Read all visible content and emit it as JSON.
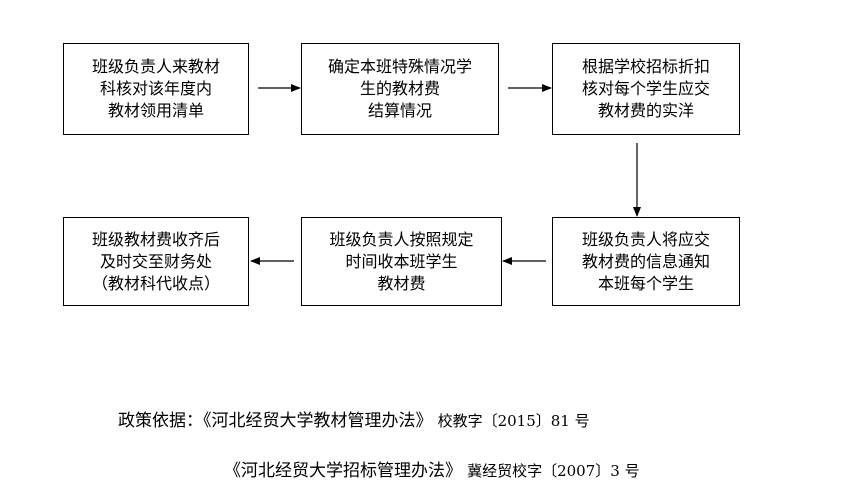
{
  "flowchart": {
    "steps": [
      {
        "lines": [
          "班级负责人来教材",
          "科核对该年度内",
          "教材领用清单"
        ]
      },
      {
        "lines": [
          "确定本班特殊情况学",
          "生的教材费",
          "结算情况"
        ]
      },
      {
        "lines": [
          "根据学校招标折扣",
          "核对每个学生应交",
          "教材费的实洋"
        ]
      },
      {
        "lines": [
          "班级负责人将应交",
          "教材费的信息通知",
          "本班每个学生"
        ]
      },
      {
        "lines": [
          "班级负责人按照规定",
          "时间收本班学生",
          "教材费"
        ]
      },
      {
        "lines": [
          "班级教材费收齐后",
          "及时交至财务处",
          "（教材科代收点）"
        ]
      }
    ]
  },
  "policy": {
    "line1": {
      "prefix": "政策依据：",
      "title": "《河北经贸大学教材管理办法》",
      "doc_no": "校教字〔2015〕81 号"
    },
    "line2": {
      "title": "《河北经贸大学招标管理办法》",
      "doc_no": "冀经贸校字〔2007〕3 号"
    }
  }
}
